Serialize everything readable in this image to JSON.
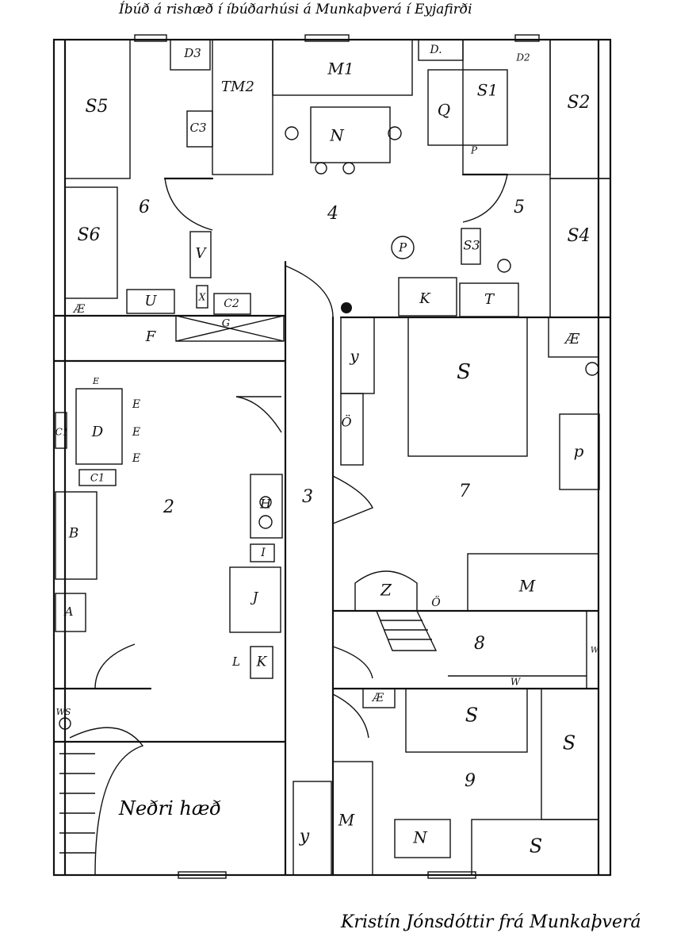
{
  "title": "Íbúð á rishæð í íbúðarhúsi á Munkaþverá í Eyjafirði",
  "signature": "Kristín Jónsdóttir frá Munkaþverá",
  "rooms": {
    "r2": "2",
    "r3": "3",
    "r4": "4",
    "r5": "5",
    "r6": "6",
    "r7": "7",
    "r8": "8",
    "r9": "9"
  },
  "floor_label": "Neðri hæð",
  "labels": {
    "S5": "S5",
    "D3": "D3",
    "TM2": "TM2",
    "C3": "C3",
    "M1": "M1",
    "Dtop": "D.",
    "D2": "D2",
    "S1": "S1",
    "S2": "S2",
    "Q": "Q",
    "N1": "N",
    "Psmall": "P",
    "S6": "S6",
    "V": "V",
    "P": "P",
    "S3": "S3",
    "S4": "S4",
    "AE1": "Æ",
    "U": "U",
    "X": "X",
    "C2": "C2",
    "G": "G",
    "K1": "K",
    "T": "T",
    "F": "F",
    "y1": "y",
    "S7": "S",
    "AE2": "Æ",
    "E0": "E",
    "D": "D",
    "C1a": "C1",
    "E1": "E",
    "E2": "E",
    "E3": "E",
    "C1b": "C1",
    "O1": "Ö",
    "p": "p",
    "H": "H",
    "B": "B",
    "I": "I",
    "J": "J",
    "M2": "M",
    "Z": "Z",
    "O2": "Ö",
    "A": "A",
    "W1": "W",
    "W2": "W",
    "L": "L",
    "K2": "K",
    "WS": "WS",
    "AE3": "Æ",
    "S8": "S",
    "S9": "S",
    "y2": "y",
    "M3": "M",
    "N2": "N",
    "S10": "S"
  }
}
